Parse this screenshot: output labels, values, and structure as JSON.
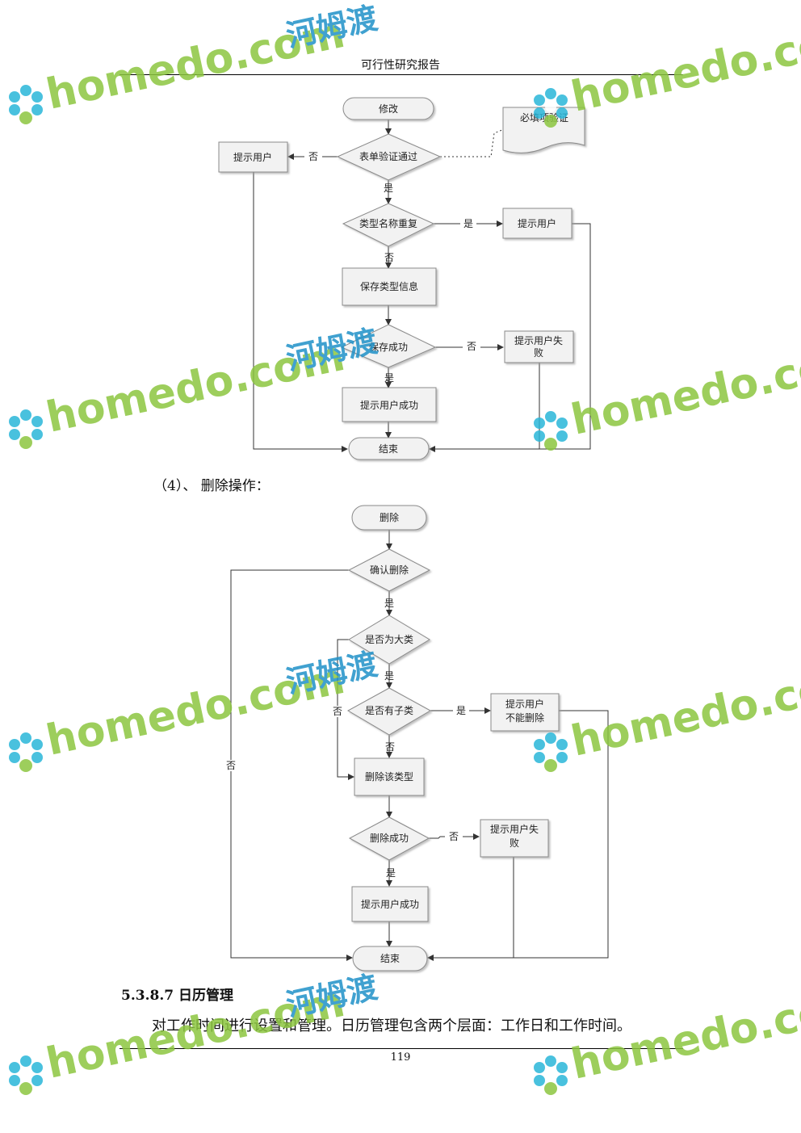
{
  "header": {
    "title": "可行性研究报告"
  },
  "flow_edit": {
    "start": "修改",
    "form_check": "表单验证通过",
    "note": "必填项验证",
    "prompt_user": "提示用户",
    "name_dup": "类型名称重复",
    "prompt_user_right": "提示用户",
    "save_info": "保存类型信息",
    "save_ok": "保存成功",
    "fail_line1": "提示用户失",
    "fail_line2": "败",
    "success": "提示用户成功",
    "end": "结束",
    "yes": "是",
    "no": "否"
  },
  "section_label": "（4）、  删除操作：",
  "flow_delete": {
    "start": "删除",
    "confirm": "确认删除",
    "is_major": "是否为大类",
    "has_sub": "是否有子类",
    "cannot_line1": "提示用户",
    "cannot_line2": "不能删除",
    "delete_type": "删除该类型",
    "delete_ok": "删除成功",
    "fail_line1": "提示用户失",
    "fail_line2": "败",
    "success": "提示用户成功",
    "end": "结束",
    "yes": "是",
    "no": "否"
  },
  "section_heading": "5.3.8.7 日历管理",
  "body_text": "对工作时间进行设置和管理。日历管理包含两个层面：工作日和工作时间。",
  "page_number": "119",
  "watermark": {
    "latin": "homedo.com",
    "cjk": "河姆渡"
  },
  "colors": {
    "shape_fill": "#f2f2f2",
    "shape_stroke": "#8a8a8a",
    "wm_green": "#8cc63f",
    "wm_cyan": "#29b6d9",
    "wm_blue": "#1e90c8"
  }
}
